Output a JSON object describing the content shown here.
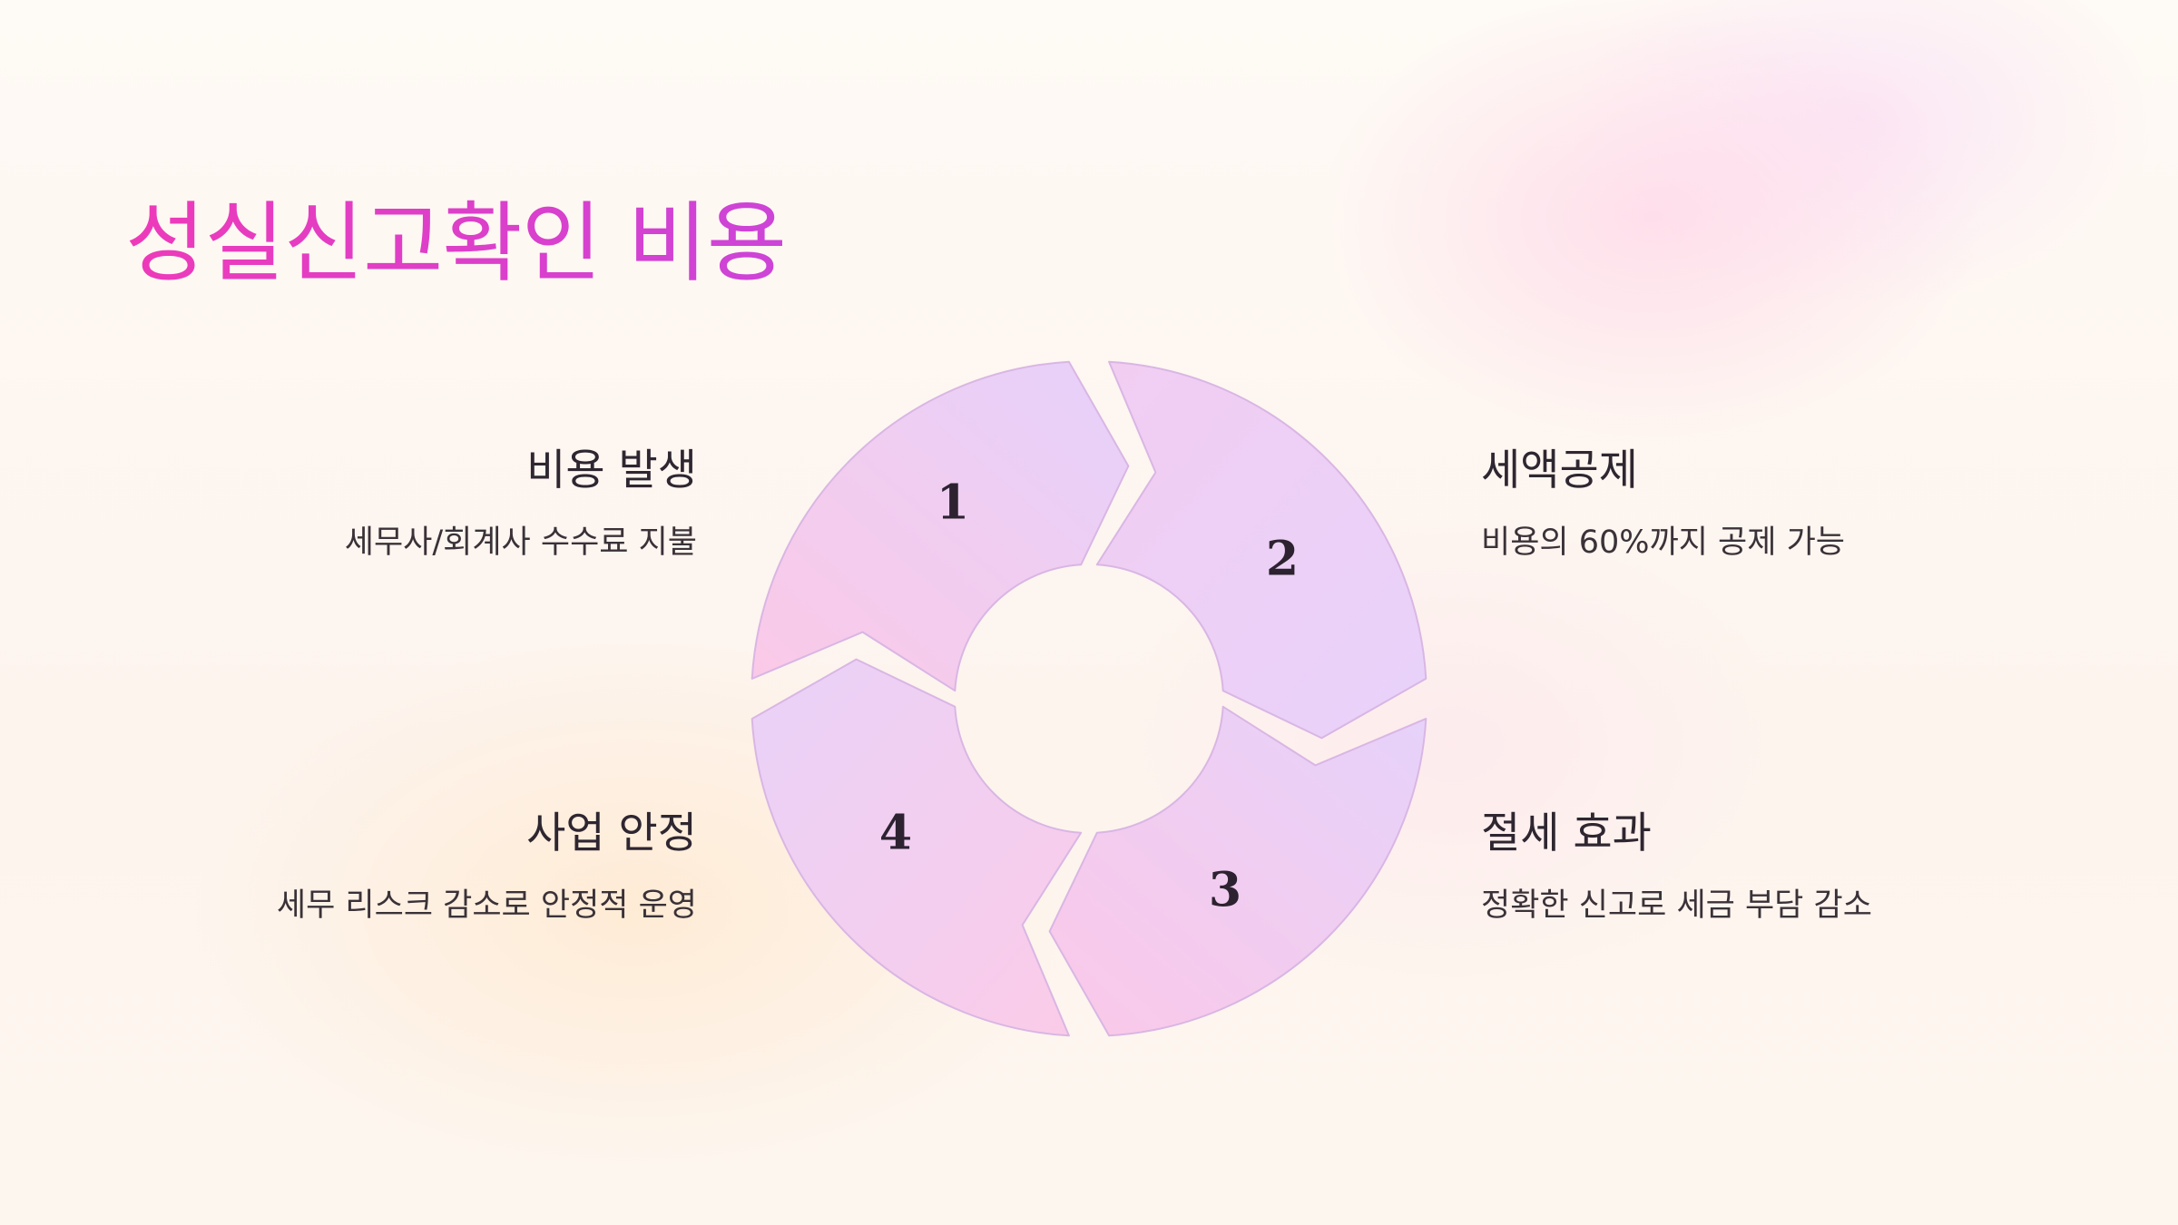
{
  "title": "성실신고확인 비용",
  "cycle": [
    {
      "number": "1",
      "title": "비용 발생",
      "description": "세무사/회계사 수수료 지불"
    },
    {
      "number": "2",
      "title": "세액공제",
      "description": "비용의 60%까지 공제 가능"
    },
    {
      "number": "3",
      "title": "절세 효과",
      "description": "정확한 신고로 세금 부담 감소"
    },
    {
      "number": "4",
      "title": "사업 안정",
      "description": "세무 리스크 감소로 안정적 운영"
    }
  ],
  "colors": {
    "title_gradient_start": "#ee3aba",
    "title_gradient_end": "#cc44d8",
    "segment_fill_light": "#ead3f8",
    "segment_fill_pink": "#fbcbe8",
    "segment_stroke": "#d9b6e4",
    "text_dark": "#2e2630"
  }
}
